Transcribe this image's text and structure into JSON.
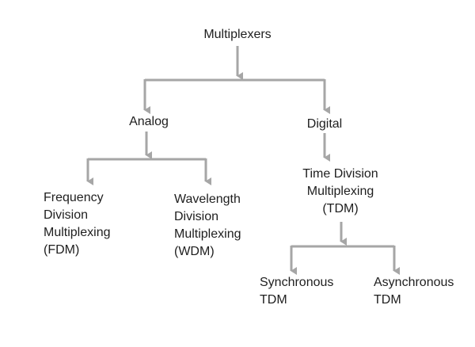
{
  "diagram": {
    "line_color": "#a6a6a6",
    "text_color": "#1e1e1e",
    "nodes": {
      "root": {
        "lines": [
          "Multiplexers"
        ]
      },
      "analog": {
        "lines": [
          "Analog"
        ]
      },
      "digital": {
        "lines": [
          "Digital"
        ]
      },
      "fdm": {
        "lines": [
          "Frequency",
          "Division",
          "Multiplexing",
          "(FDM)"
        ]
      },
      "wdm": {
        "lines": [
          "Wavelength",
          "Division",
          "Multiplexing",
          "(WDM)"
        ]
      },
      "tdm": {
        "lines": [
          "Time Division",
          "Multiplexing",
          "(TDM)"
        ]
      },
      "sync": {
        "lines": [
          "Synchronous",
          "TDM"
        ]
      },
      "async": {
        "lines": [
          "Asynchronous",
          "TDM"
        ]
      }
    },
    "edges": [
      {
        "from": "root",
        "to": "analog"
      },
      {
        "from": "root",
        "to": "digital"
      },
      {
        "from": "analog",
        "to": "fdm"
      },
      {
        "from": "analog",
        "to": "wdm"
      },
      {
        "from": "digital",
        "to": "tdm"
      },
      {
        "from": "tdm",
        "to": "sync"
      },
      {
        "from": "tdm",
        "to": "async"
      }
    ]
  }
}
